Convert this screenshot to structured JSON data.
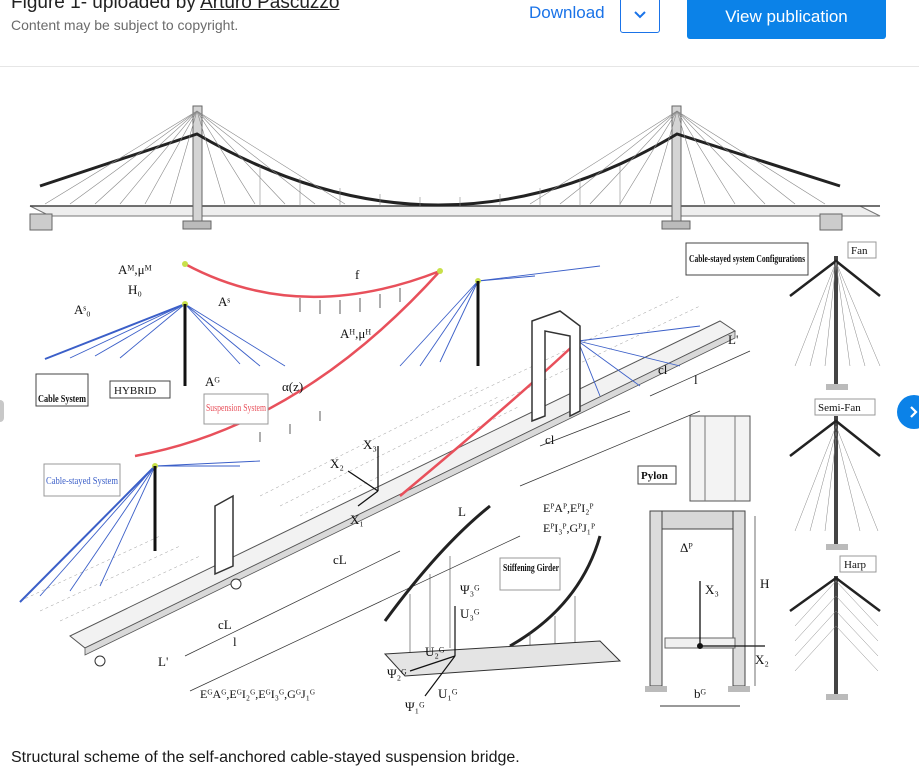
{
  "header": {
    "figure_prefix": "Figure 1- uploaded by ",
    "author": "Arturo Pascuzzo",
    "copyright": "Content may be subject to copyright.",
    "download_label": "Download",
    "view_label": "View publication"
  },
  "figure": {
    "labels": {
      "am": "Aᴹ,μᴹ",
      "h0": "H₀",
      "as0": "Aˢ₀",
      "as": "Aˢ",
      "ah": "Aᴴ,μᴴ",
      "f": "f",
      "ag": "Aᴳ",
      "alpha": "α(z)",
      "cable_system": "Cable System",
      "hybrid": "HYBRID",
      "suspension_system": "Suspension System",
      "cable_stayed_system": "Cable-stayed System",
      "x1": "X₁",
      "x2": "X₂",
      "x3": "X₃",
      "cl_a": "cl",
      "l_a": "l",
      "cl_b": "cl",
      "l_prime_top": "L'",
      "L": "L",
      "cL_a": "cL",
      "cL_b": "cL",
      "l_b": "l",
      "l_prime_bottom": "L'",
      "girder_props": "EᴳAᴳ,EᴳI₂ᴳ,EᴳI₃ᴳ,GᴳJ₁ᴳ",
      "stiffening_girder": "Stiffening Girder",
      "psi3": "Ψ₃ᴳ",
      "u3": "U₃ᴳ",
      "u2": "U₂ᴳ",
      "psi2": "Ψ₂ᴳ",
      "u1": "U₁ᴳ",
      "psi1": "Ψ₁ᴳ",
      "pylon": "Pylon",
      "pylon_props_1": "EᴾAᴾ,EᴾI₂ᴾ",
      "pylon_props_2": "EᴾI₃ᴾ,GᴾJ₁ᴾ",
      "delta_p": "Δᴾ",
      "h": "H",
      "bg": "bᴳ",
      "cs_config": "Cable-stayed system Configurations",
      "fan": "Fan",
      "semi_fan": "Semi-Fan",
      "harp": "Harp"
    }
  },
  "caption": "Structural scheme of the self-anchored cable-stayed suspension bridge.",
  "icons": {
    "dropdown": "chevron-down-icon",
    "next": "chevron-right-icon"
  },
  "colors": {
    "accent": "#1a73e8",
    "button": "#0b82e8",
    "cable_red": "#e8505b",
    "cable_blue": "#3b5fc8"
  }
}
